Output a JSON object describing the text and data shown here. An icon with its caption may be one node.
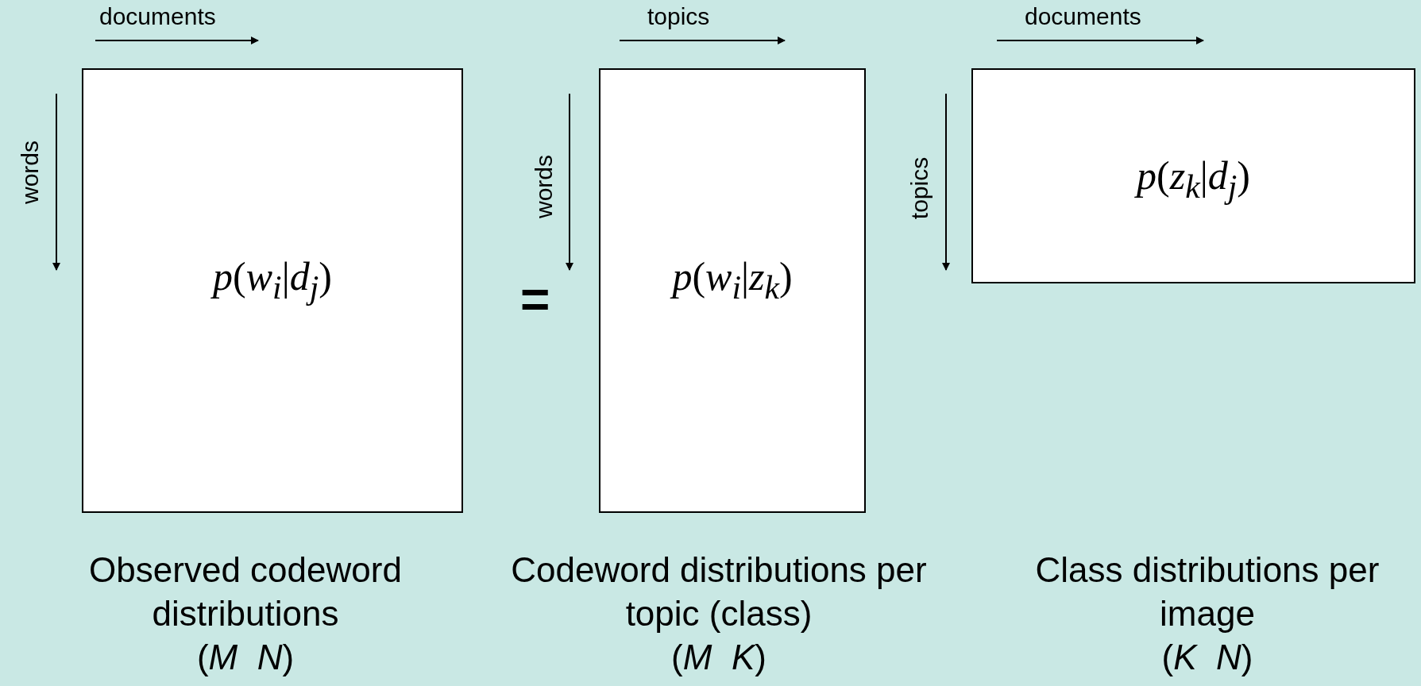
{
  "diagram": {
    "nodes": [
      {
        "text": [
          "*p*(*w*$_{i}$|*d*$_{j}$)"
        ],
        "beside": [
          "Observed codeword distributions",
          "(*M*  *N*)"
        ]
      },
      {
        "text": [
          "*p*(*w*$_{i}$|*z*$_{k}$)"
        ],
        "beside": [
          "Codeword distributions per topic (class)",
          "(*M*  *K*)"
        ]
      },
      {
        "text": [
          "*p*(*z*$_{k}$|*d*$_{j}$)"
        ],
        "beside": [
          "Class distributions per image",
          "(*K*  *N*)"
        ]
      }
    ],
    "edges": [],
    "labels": [
      "documents",
      "words",
      "=",
      "topics",
      "words",
      "documents",
      "topics"
    ]
  }
}
